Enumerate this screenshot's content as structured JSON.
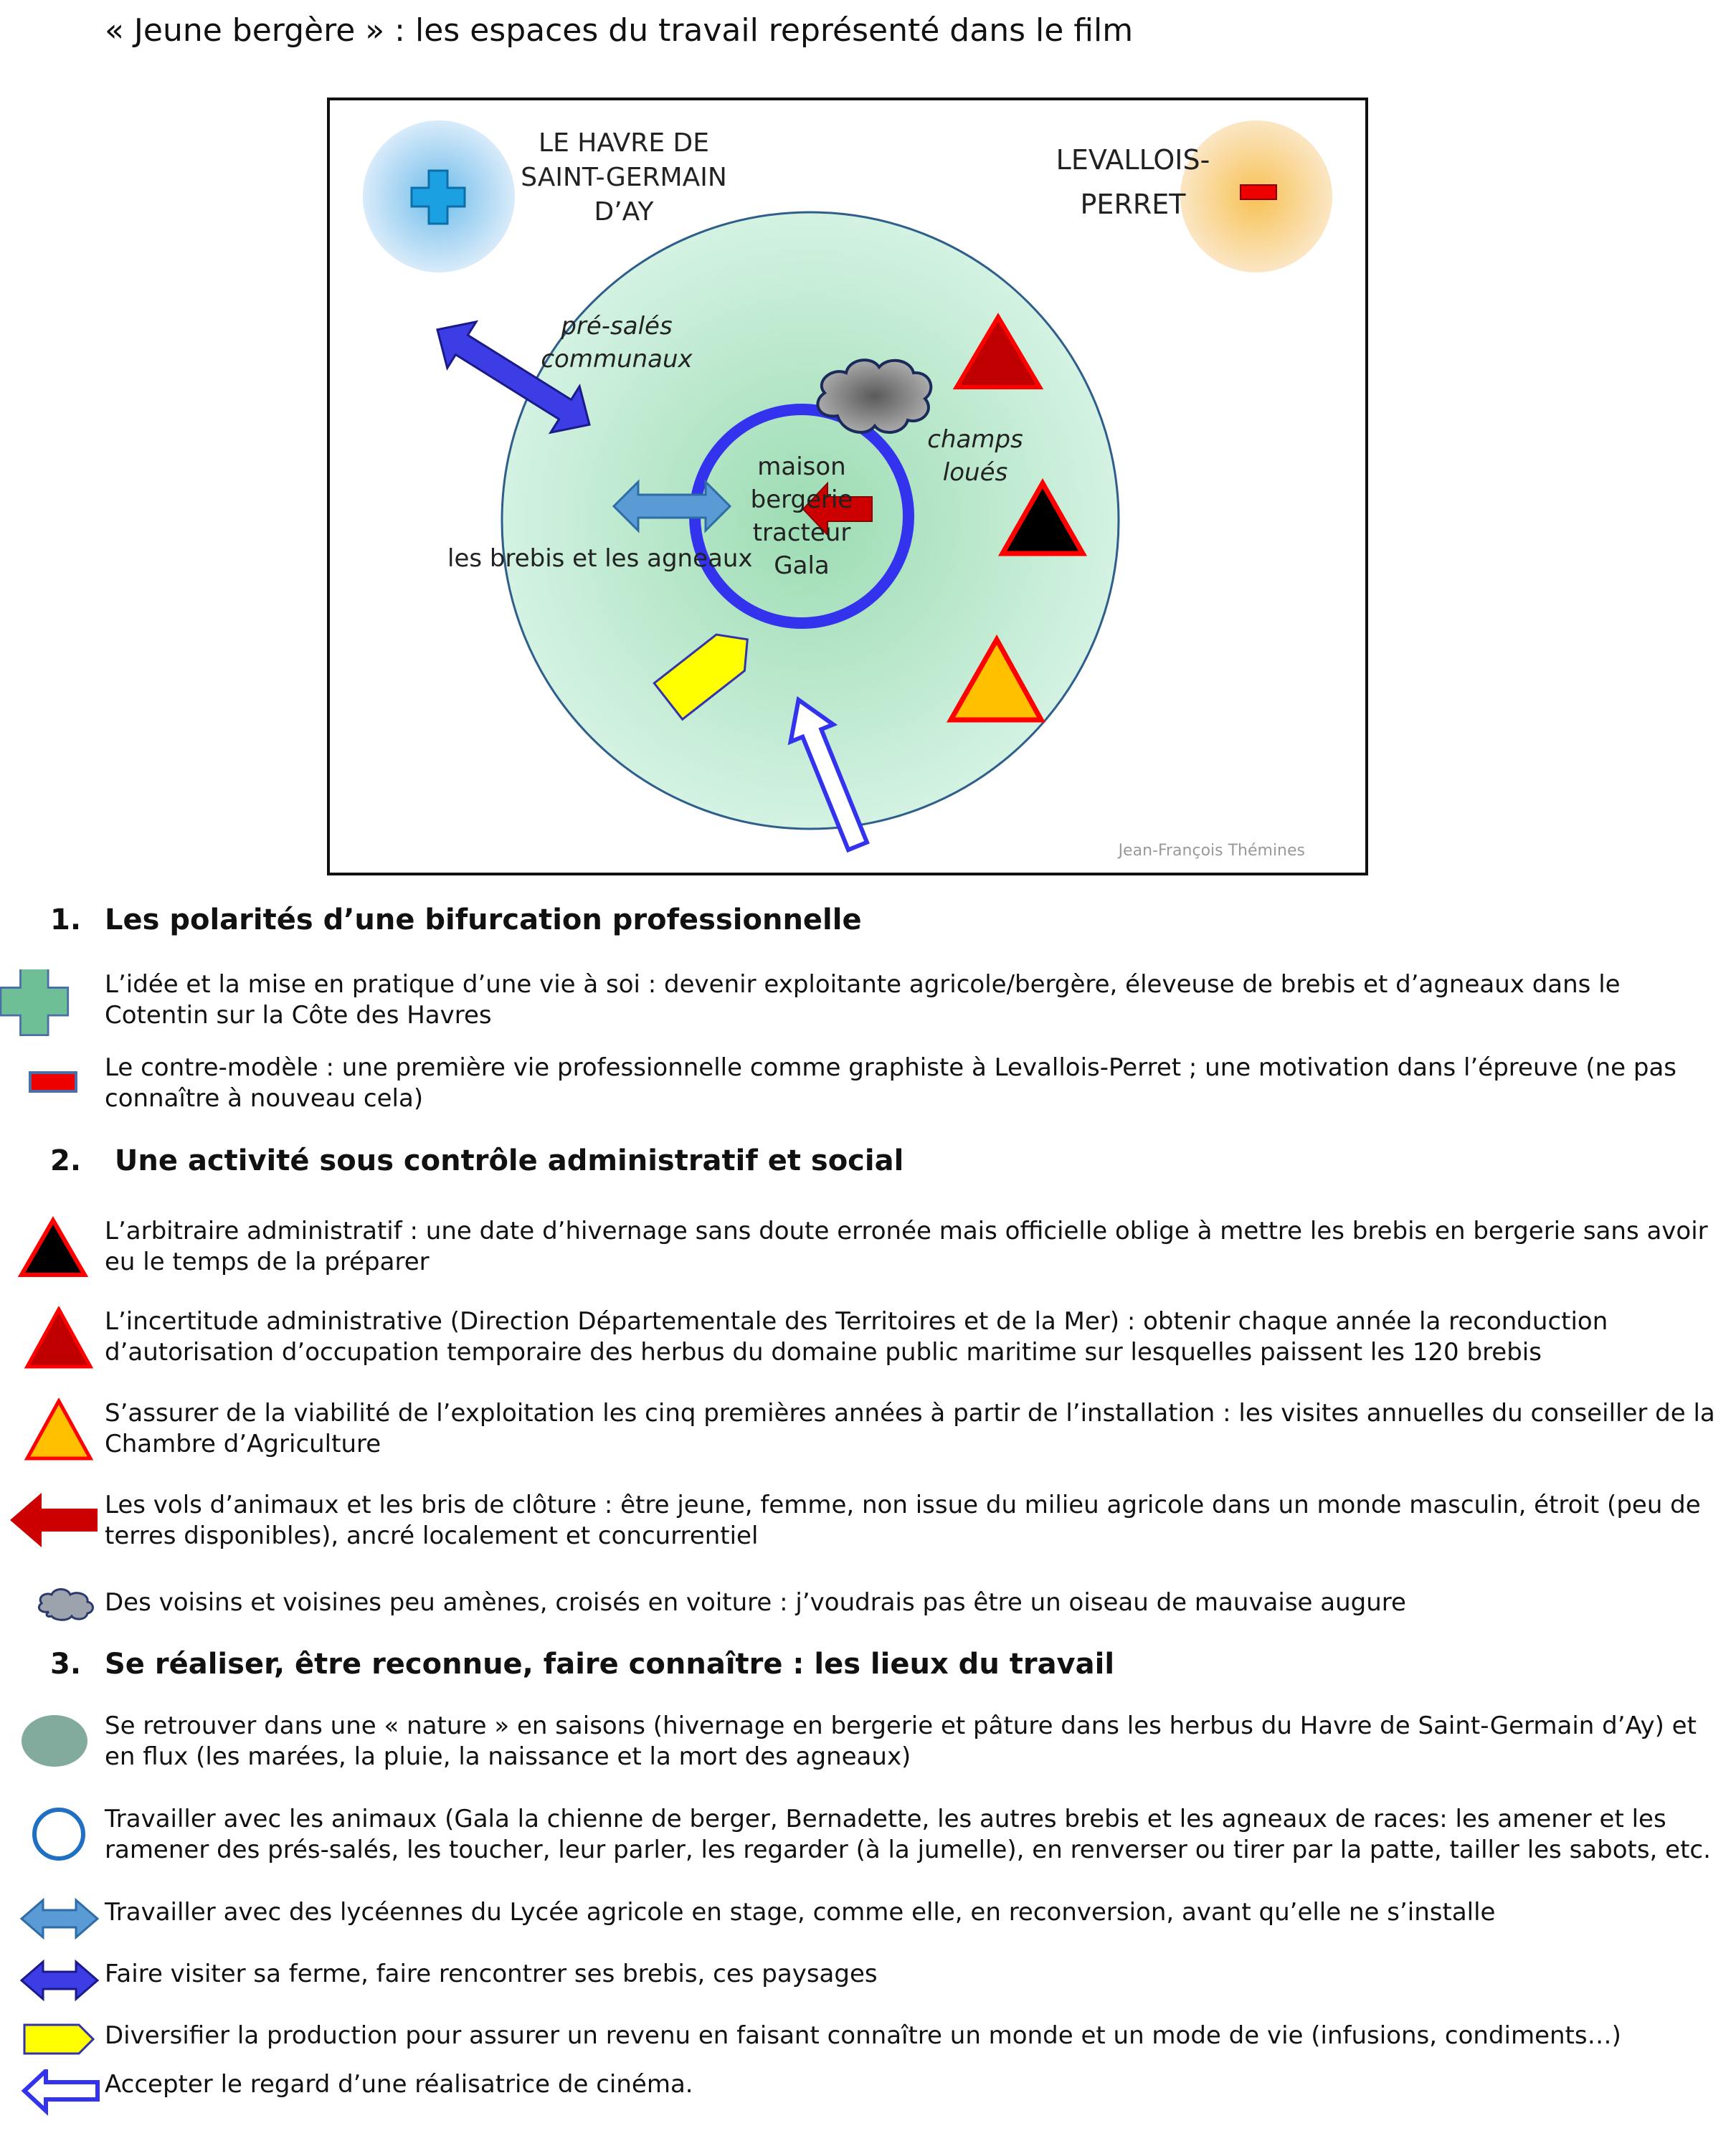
{
  "title": "« Jeune bergère » : les espaces du travail représenté dans le film",
  "map": {
    "havre_label": [
      "LE HAVRE DE",
      "SAINT-GERMAIN",
      "D’AY"
    ],
    "levallois_label": [
      "LEVALLOIS-",
      "PERRET"
    ],
    "pres_sales": [
      "pré-salés",
      "communaux"
    ],
    "champs": [
      "champs",
      "loués"
    ],
    "center_lines": [
      "maison",
      "bergerie",
      "tracteur",
      "Gala"
    ],
    "brebis": "les brebis et les agneaux",
    "credit": "Jean-François Thémines",
    "colors": {
      "green_disc": "#cfeedd",
      "inner_ring": "#3333ee",
      "plus": "#1ba1e2",
      "minus": "#ee0000",
      "triangle_dark_red": "#c00000",
      "triangle_black": "#000000",
      "triangle_orange": "#ffc000",
      "yellow_arrow": "#ffff00"
    }
  },
  "sections": [
    {
      "number": "1.",
      "title": "Les polarités d’une bifurcation professionnelle"
    },
    {
      "number": "2.",
      "title": " Une activité sous contrôle administratif et social"
    },
    {
      "number": "3.",
      "title": "Se réaliser, être reconnue, faire connaître : les lieux du travail"
    }
  ],
  "legend": [
    {
      "icon": "green-plus-icon",
      "text": "L’idée et la mise en pratique d’une vie à soi : devenir exploitante agricole/bergère, éleveuse de brebis et d’agneaux dans le Cotentin sur la Côte des Havres"
    },
    {
      "icon": "red-minus-icon",
      "text": "Le contre-modèle : une première vie professionnelle comme graphiste à Levallois-Perret ; une motivation dans l’épreuve (ne pas connaître à nouveau cela)"
    },
    {
      "icon": "black-triangle-icon",
      "text": "L’arbitraire administratif : une date d’hivernage sans doute erronée mais officielle oblige à mettre les brebis en bergerie sans avoir eu le temps de la préparer"
    },
    {
      "icon": "dark-red-triangle-icon",
      "text": "L’incertitude administrative (Direction Départementale des Territoires et de la Mer) : obtenir chaque année la reconduction d’autorisation d’occupation temporaire des herbus du domaine public maritime sur lesquelles paissent les 120 brebis"
    },
    {
      "icon": "orange-triangle-icon",
      "text": "S’assurer de la viabilité de l’exploitation les cinq premières années à partir de l’installation : les visites annuelles du conseiller de la Chambre d’Agriculture"
    },
    {
      "icon": "red-arrow-icon",
      "text": "Les vols d’animaux et les bris de clôture : être jeune, femme, non issue du milieu agricole dans un monde masculin, étroit (peu de terres disponibles), ancré localement et concurrentiel"
    },
    {
      "icon": "grey-cloud-icon",
      "text": "Des voisins et voisines peu amènes, croisés en voiture : j’voudrais pas être un oiseau de mauvaise augure"
    },
    {
      "icon": "green-ellipse-icon",
      "text": "Se retrouver dans une « nature » en saisons (hivernage en bergerie et pâture dans les herbus du Havre de Saint-Germain d’Ay) et en flux (les marées, la pluie, la naissance et la mort des agneaux)"
    },
    {
      "icon": "blue-ring-icon",
      "text": "Travailler avec les animaux (Gala la chienne de berger, Bernadette, les autres brebis et les agneaux de races: les amener et les ramener des prés-salés, les toucher, leur parler, les regarder (à la jumelle), en renverser ou tirer par la patte, tailler les sabots, etc."
    },
    {
      "icon": "light-blue-double-arrow-icon",
      "text": "Travailler avec des lycéennes du Lycée agricole en stage, comme elle, en reconversion, avant qu’elle ne s’installe"
    },
    {
      "icon": "dark-blue-double-arrow-icon",
      "text": "Faire visiter sa ferme, faire rencontrer ses brebis, ces paysages"
    },
    {
      "icon": "yellow-arrow-icon",
      "text": "Diversifier la production pour assurer un revenu en faisant connaître un monde et un mode de vie (infusions, condiments…)"
    },
    {
      "icon": "hollow-blue-arrow-icon",
      "text": "Accepter le regard d’une réalisatrice de cinéma."
    }
  ]
}
